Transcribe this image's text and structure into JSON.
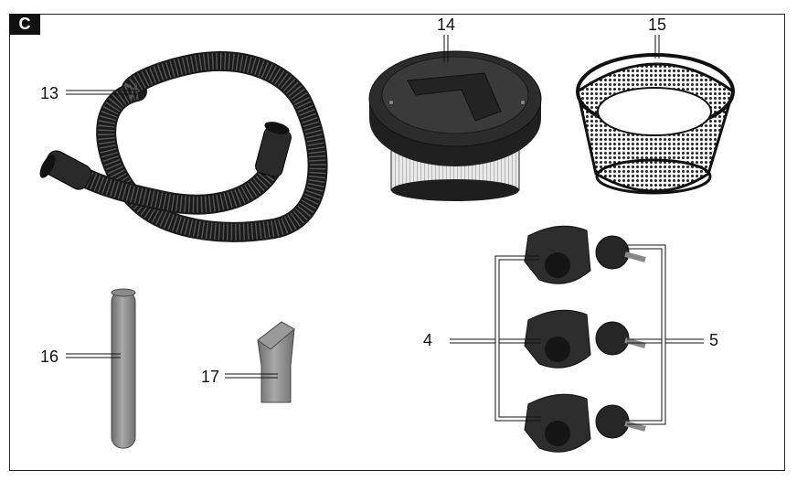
{
  "figure": {
    "section_label": "C",
    "callouts": {
      "hose": "13",
      "filter": "14",
      "mesh_basket": "15",
      "extension_tube": "16",
      "crevice_nozzle": "17",
      "castor_housing": "4",
      "castor_wheel": "5"
    }
  }
}
